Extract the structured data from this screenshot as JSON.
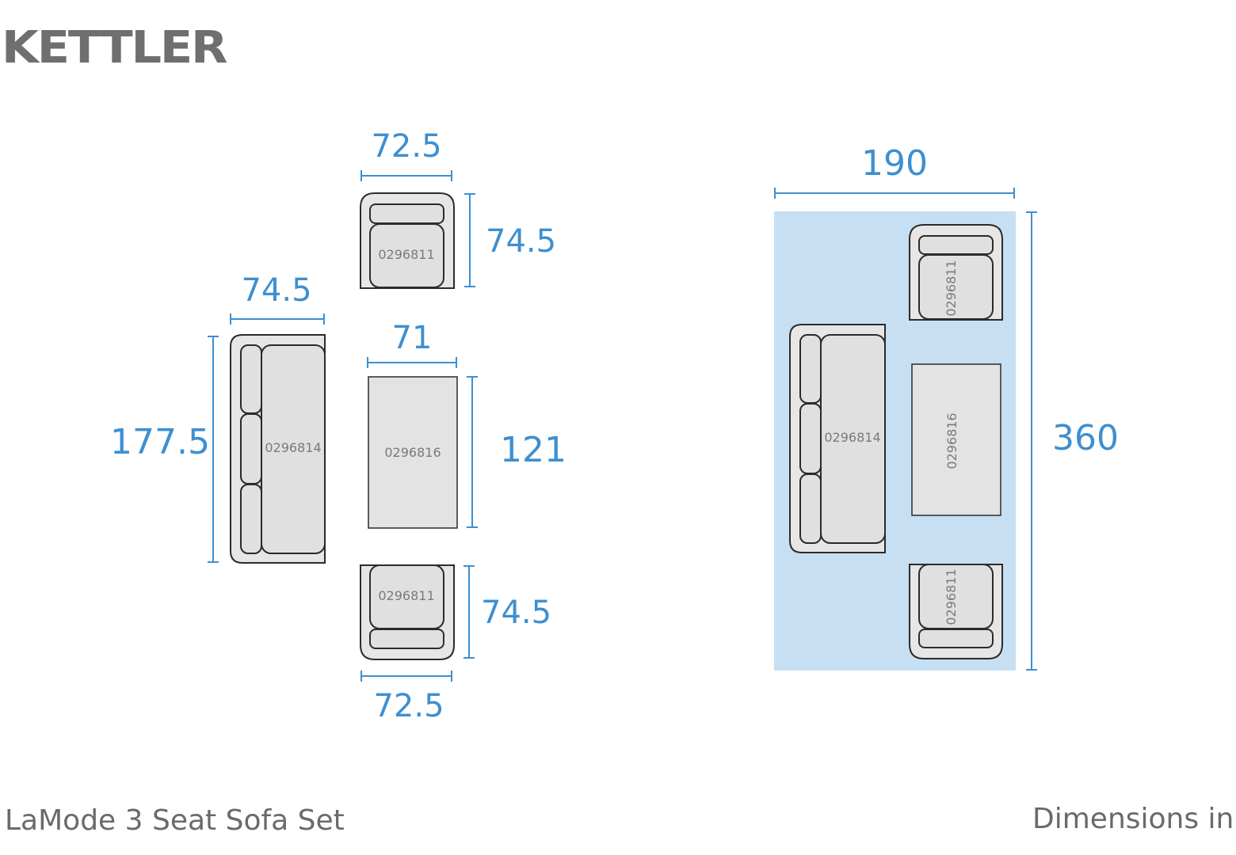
{
  "brand": "KETTLER",
  "title": "LaMode 3 Seat Sofa Set",
  "units_label": "Dimensions in cm",
  "colors": {
    "dimension": "#3e8fd0",
    "area": "#c7dff2",
    "furniture": "#e3e3e3",
    "outline": "#2b2b2b",
    "text": "#6a6a6a"
  },
  "left": {
    "chair_top": {
      "code": "0296811",
      "width": "72.5",
      "depth": "74.5"
    },
    "sofa": {
      "code": "0296814",
      "width": "74.5",
      "length": "177.5"
    },
    "table": {
      "code": "0296816",
      "width": "71",
      "length": "121"
    },
    "chair_bottom": {
      "code": "0296811",
      "width": "72.5",
      "depth": "74.5"
    }
  },
  "right": {
    "total_width": "190",
    "total_length": "360",
    "chair_top_code": "0296811",
    "sofa_code": "0296814",
    "table_code": "0296816",
    "chair_bottom_code": "0296811"
  }
}
